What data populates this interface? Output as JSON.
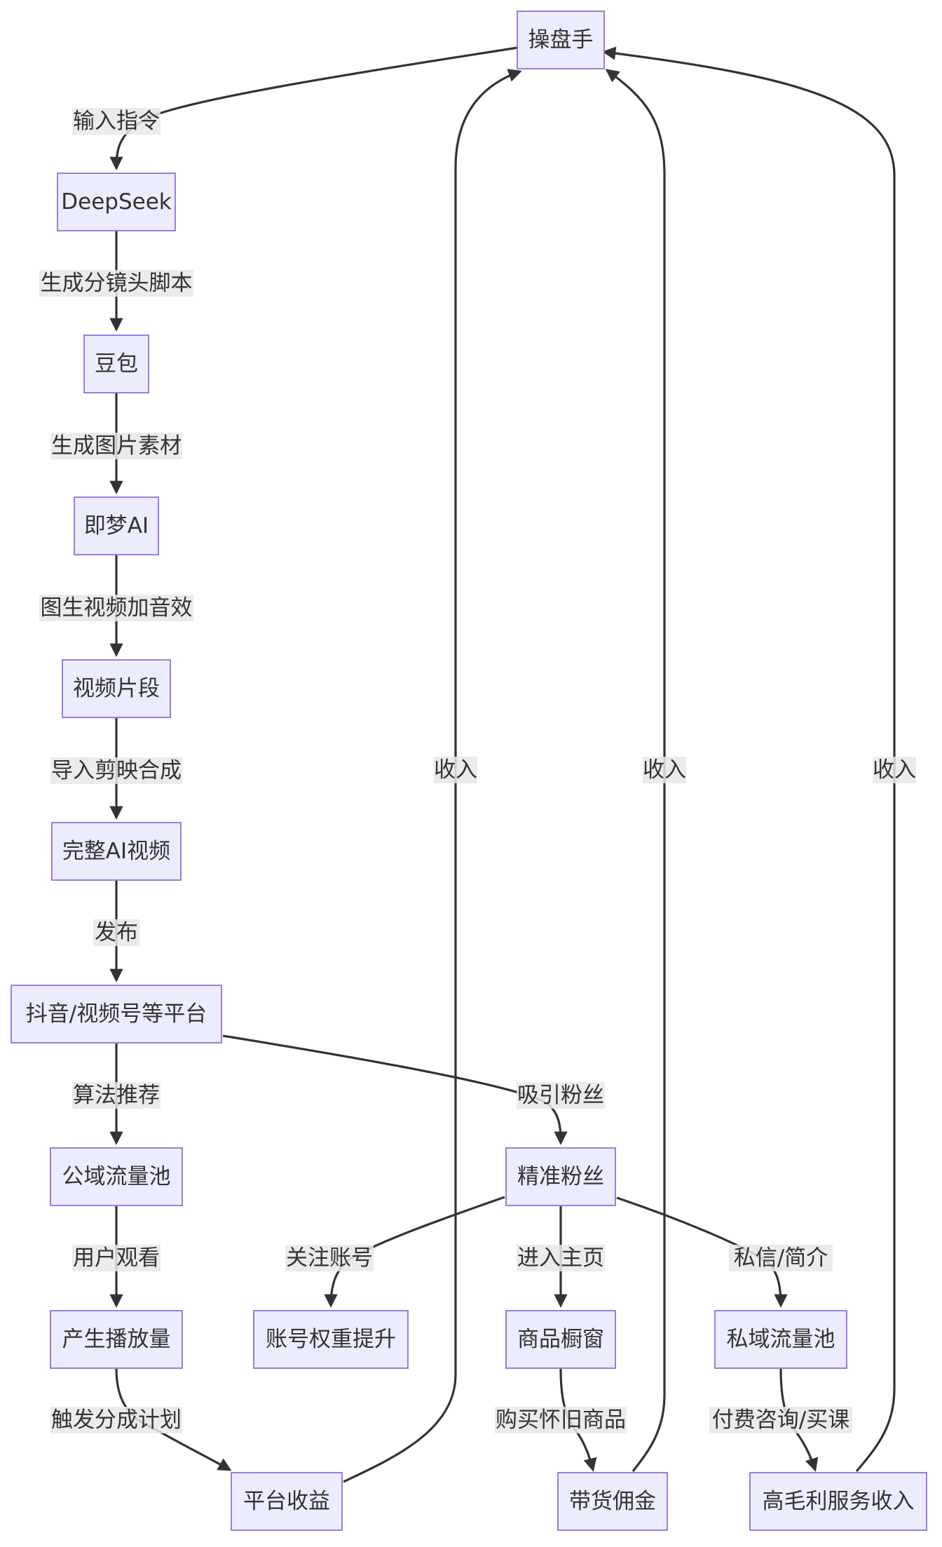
{
  "colors": {
    "node_fill": "#ececff",
    "node_stroke": "#9370db",
    "edge": "#333333",
    "label_bg": "#e8e8e8"
  },
  "nodes": {
    "operator": "操盘手",
    "deepseek": "DeepSeek",
    "doubao": "豆包",
    "jimeng": "即梦AI",
    "clips": "视频片段",
    "full_video": "完整AI视频",
    "platform": "抖音/视频号等平台",
    "public_pool": "公域流量池",
    "plays": "产生播放量",
    "platform_income": "平台收益",
    "fans": "精准粉丝",
    "account_weight": "账号权重提升",
    "showcase": "商品橱窗",
    "private_pool": "私域流量池",
    "commission": "带货佣金",
    "service_income": "高毛利服务收入"
  },
  "edge_labels": {
    "input_cmd": "输入指令",
    "gen_script": "生成分镜头脚本",
    "gen_images": "生成图片素材",
    "img_to_video": "图生视频加音效",
    "import_edit": "导入剪映合成",
    "publish": "发布",
    "algo": "算法推荐",
    "attract": "吸引粉丝",
    "watch": "用户观看",
    "trigger": "触发分成计划",
    "follow": "关注账号",
    "enter_home": "进入主页",
    "dm_bio": "私信/简介",
    "buy": "购买怀旧商品",
    "paid": "付费咨询/买课",
    "income1": "收入",
    "income2": "收入",
    "income3": "收入"
  }
}
